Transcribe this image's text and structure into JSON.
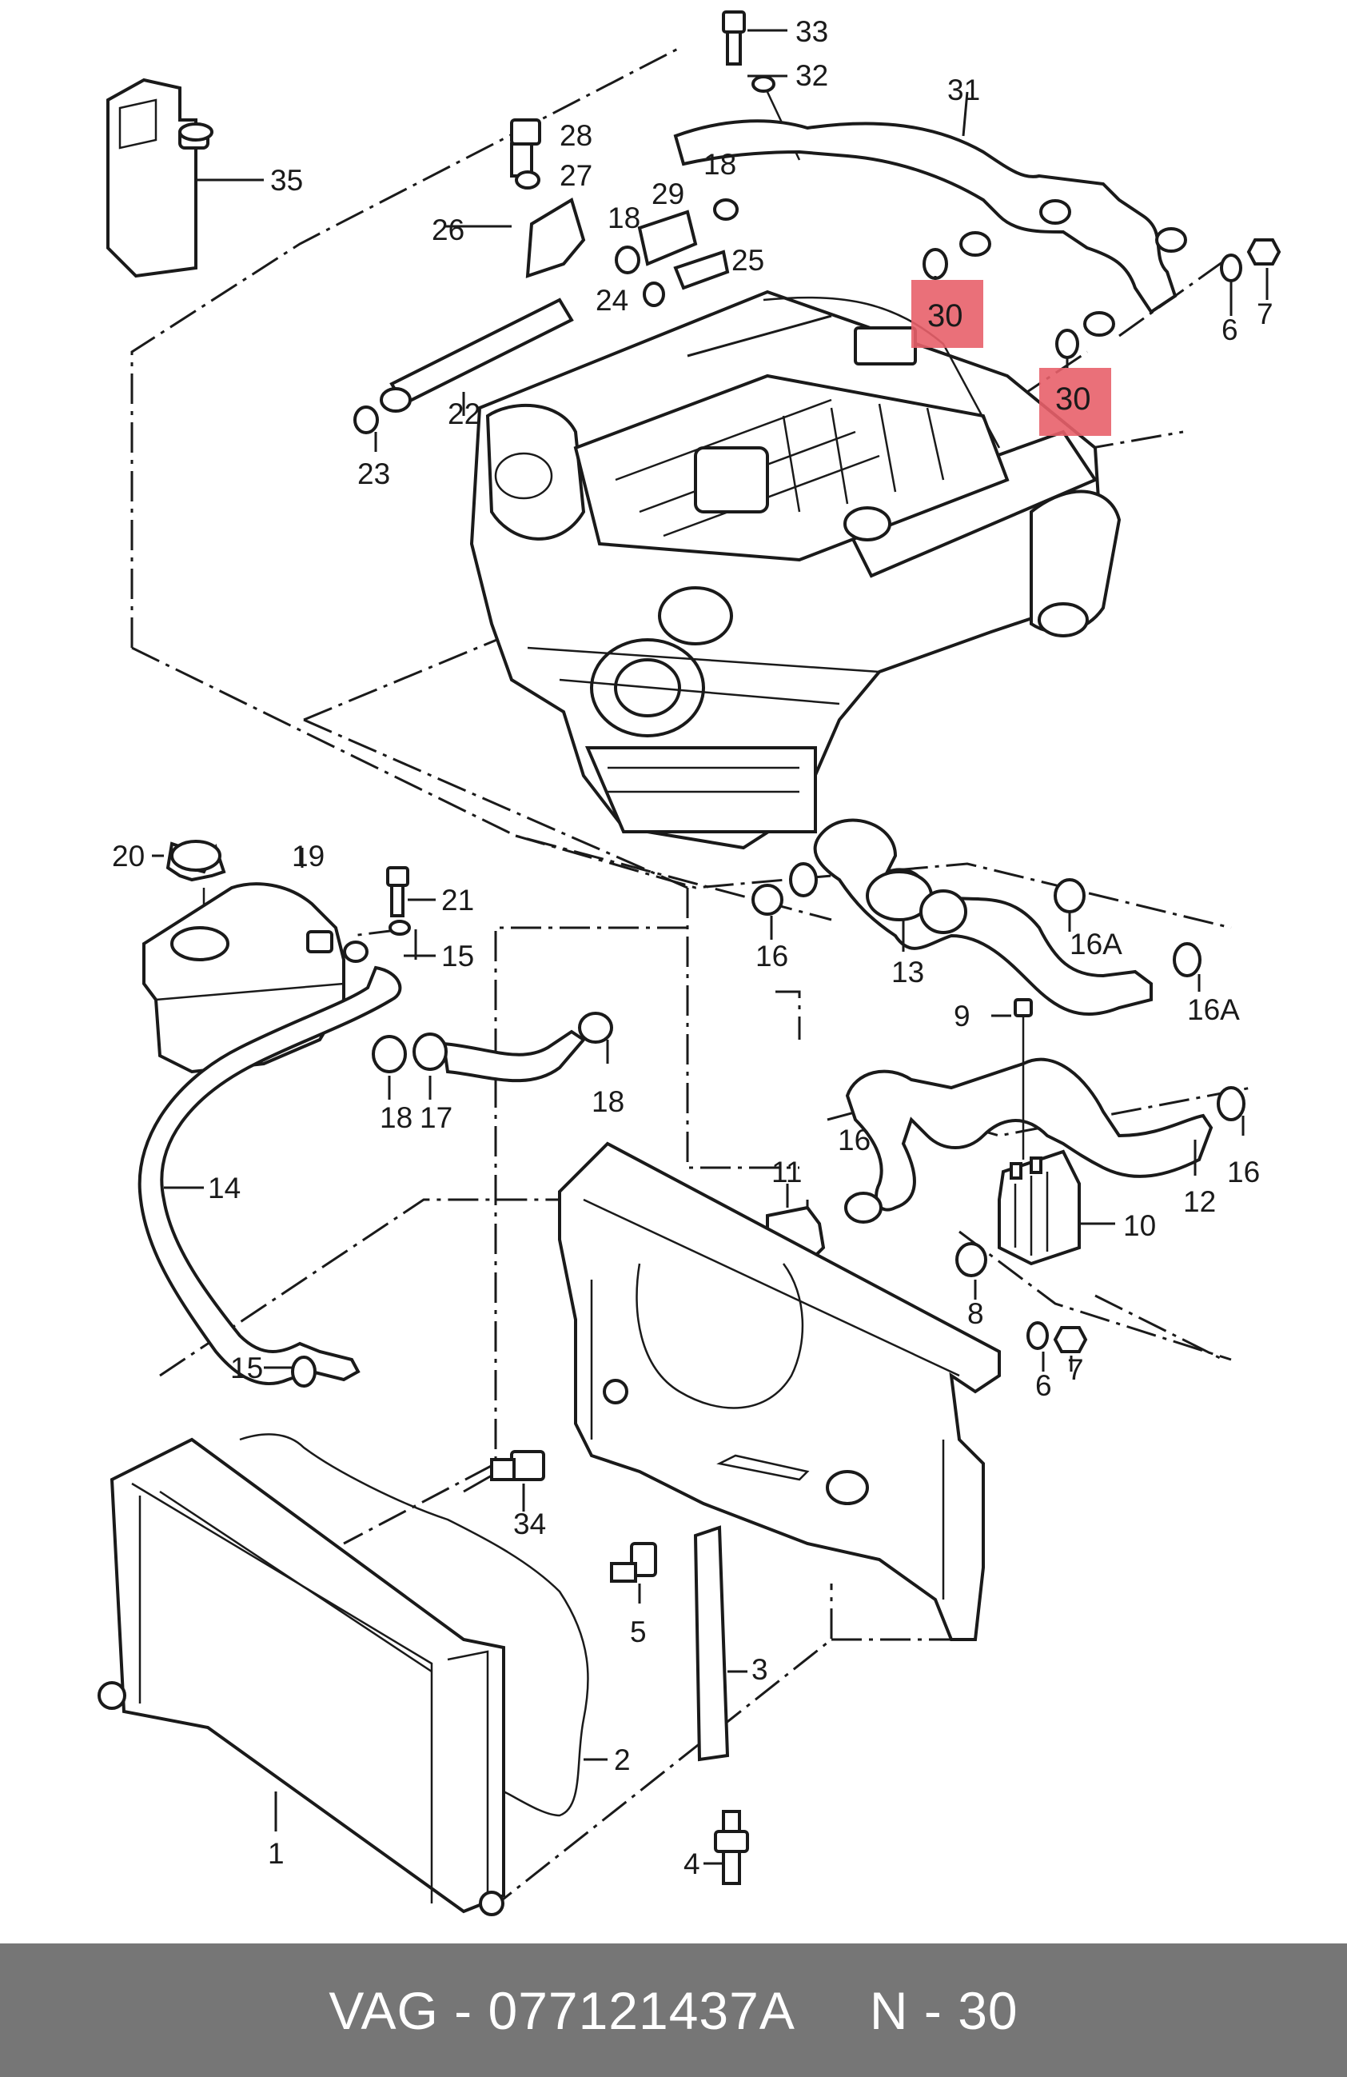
{
  "footer": {
    "brand": "VAG",
    "sep1": " - ",
    "part_number": "077121437A",
    "gap": "     ",
    "ref": "N - 30"
  },
  "highlight_color": "#e8606a",
  "highlighted_label": "30",
  "labels": {
    "l1": "1",
    "l2": "2",
    "l3": "3",
    "l4": "4",
    "l5": "5",
    "l6a": "6",
    "l6b": "6",
    "l7a": "7",
    "l7b": "7",
    "l8": "8",
    "l9": "9",
    "l10": "10",
    "l11": "11",
    "l12": "12",
    "l13": "13",
    "l14": "14",
    "l15a": "15",
    "l15b": "15",
    "l16a": "16",
    "l16b": "16",
    "l16c": "16",
    "l16Aa": "16A",
    "l16Ab": "16A",
    "l17": "17",
    "l18a": "18",
    "l18b": "18",
    "l18c": "18",
    "l18d": "18",
    "l19": "19",
    "l20": "20",
    "l21": "21",
    "l22": "22",
    "l23": "23",
    "l24": "24",
    "l25": "25",
    "l26": "26",
    "l27": "27",
    "l28": "28",
    "l29": "29",
    "l30a": "30",
    "l30b": "30",
    "l31": "31",
    "l32": "32",
    "l33": "33",
    "l34": "34",
    "l35": "35"
  }
}
